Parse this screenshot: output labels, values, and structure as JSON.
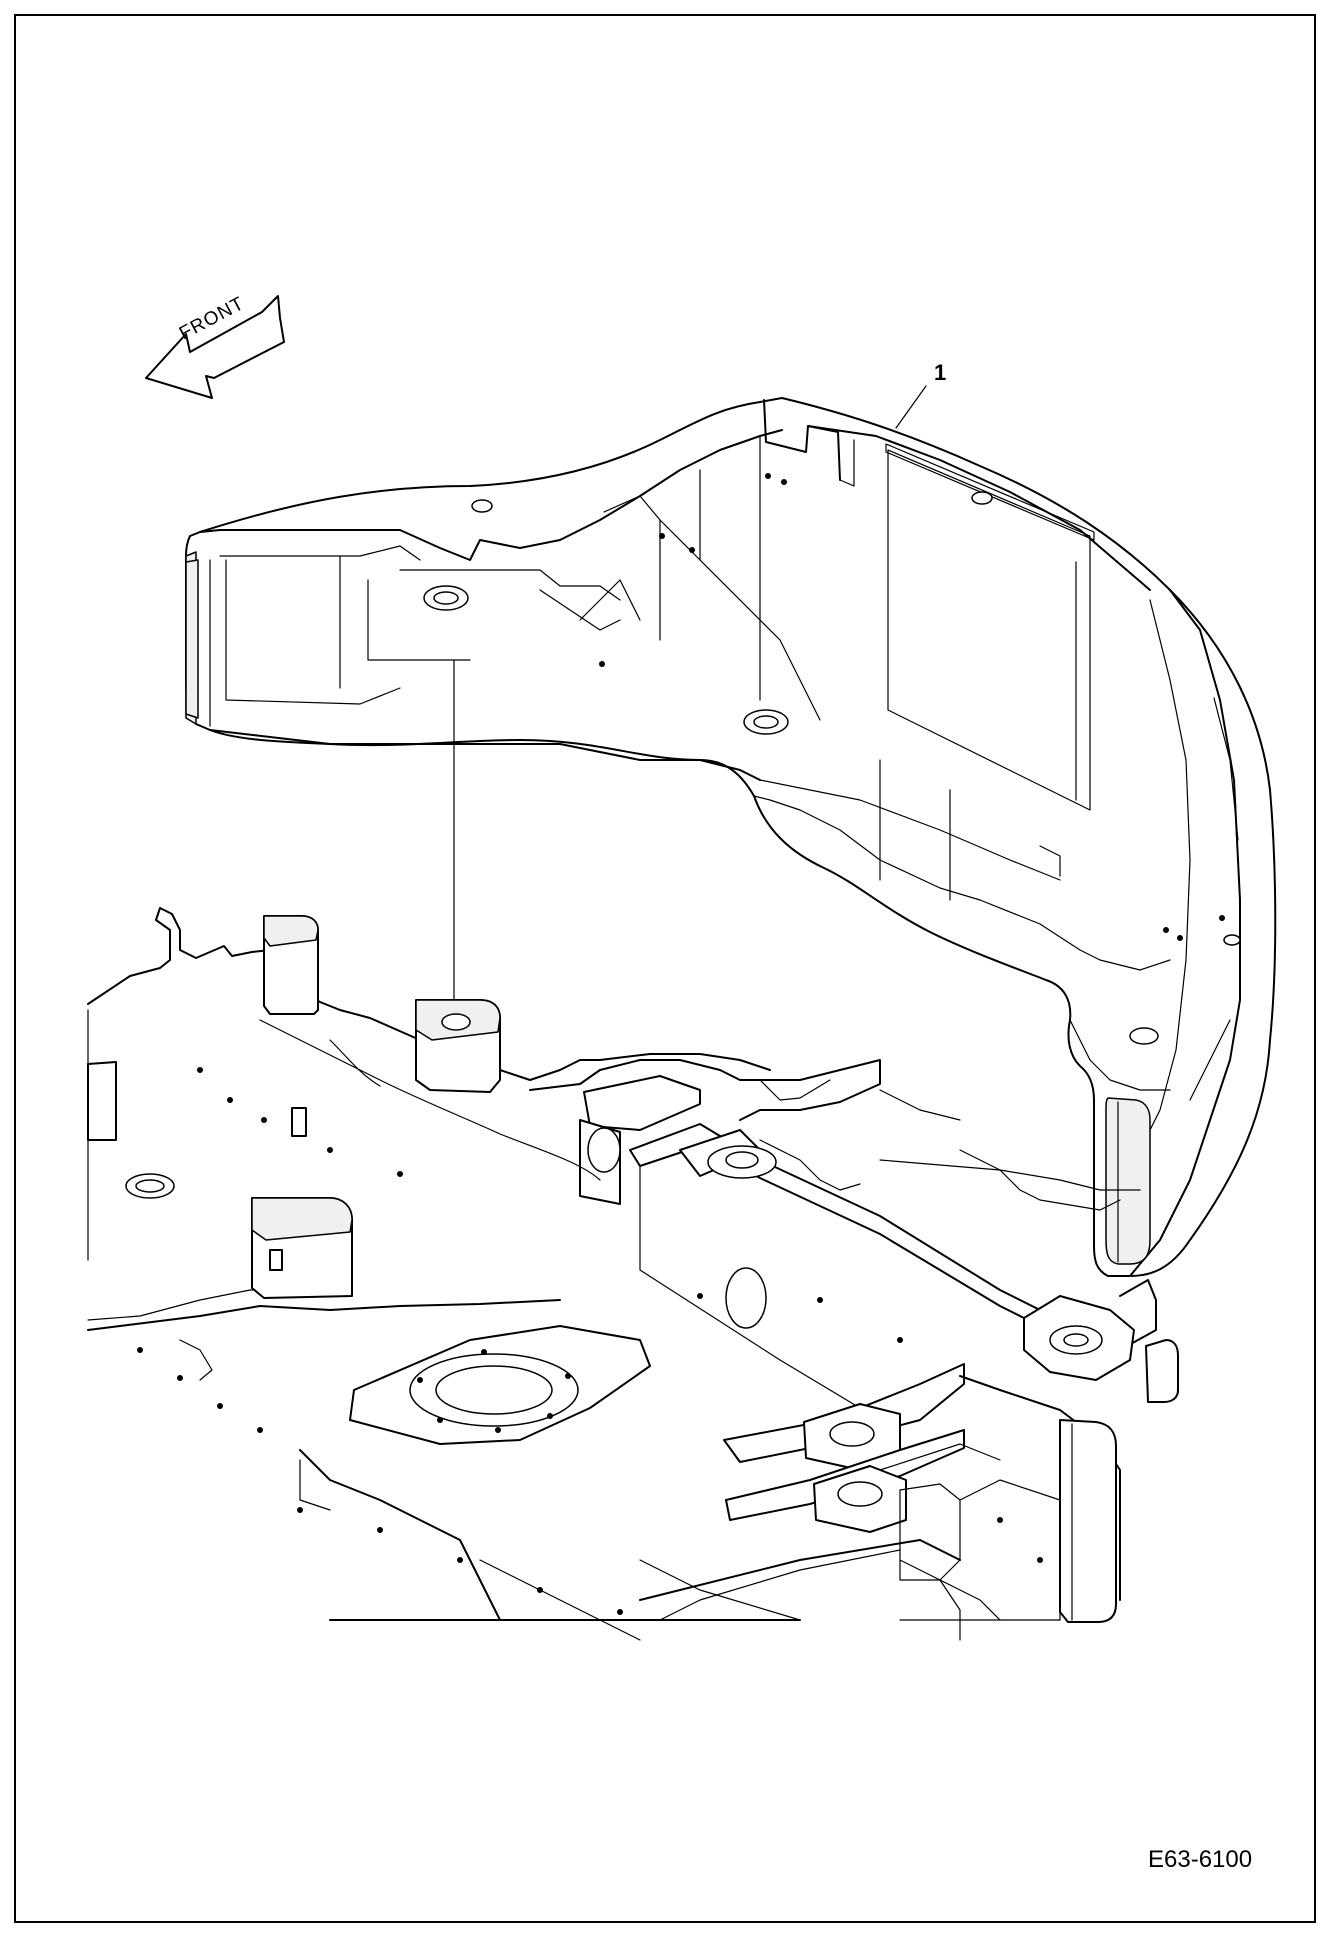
{
  "front_label": "FRONT",
  "callout_number": "1",
  "drawing_number": "E63-6100"
}
